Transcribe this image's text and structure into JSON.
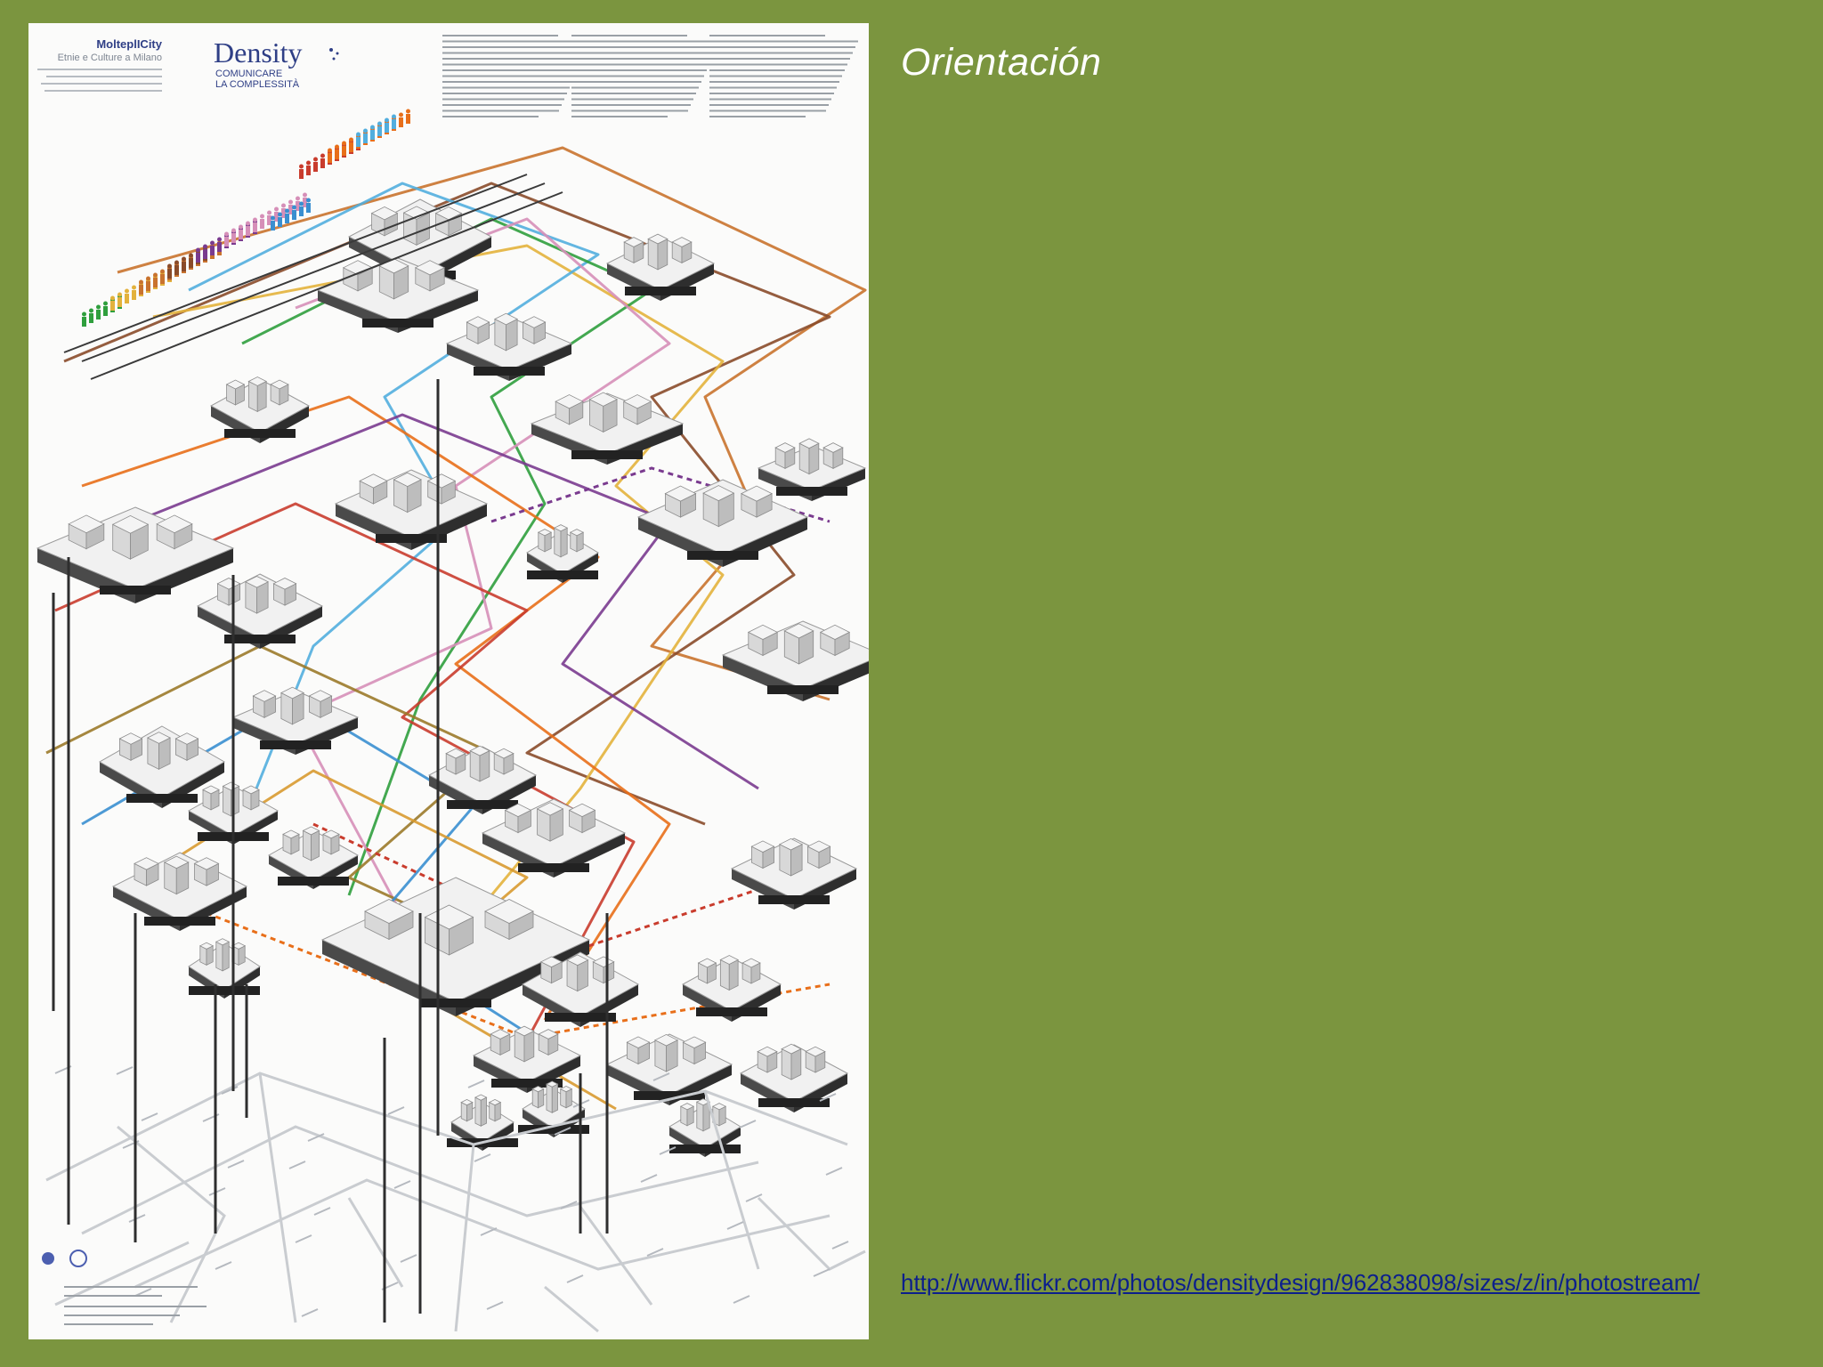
{
  "slide": {
    "title": "Orientación",
    "link": "http://www.flickr.com/photos/densitydesign/962838098/sizes/z/in/photostream/"
  },
  "poster": {
    "project_name": "MolteplICity",
    "project_subtitle": "Etnie e Culture a Milano",
    "brand": "Density",
    "tagline_1": "COMUNICARE",
    "tagline_2": "LA COMPLESSITÀ"
  },
  "colors": {
    "background": "#7b953f",
    "title_text": "#ffffff",
    "link_text": "#0c1f8c",
    "poster_paper": "#fbfbfa"
  }
}
